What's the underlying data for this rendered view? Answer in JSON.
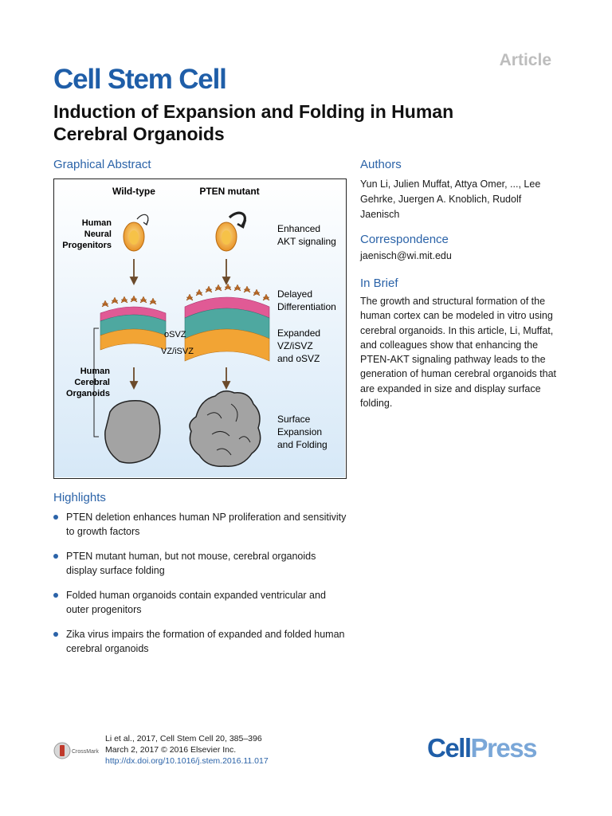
{
  "header": {
    "article_label": "Article",
    "journal": "Cell Stem Cell",
    "title": "Induction of Expansion and Folding in Human Cerebral Organoids"
  },
  "graphical_abstract": {
    "heading": "Graphical Abstract",
    "col_wildtype": "Wild-type",
    "col_mutant": "PTEN mutant",
    "left_labels": {
      "progenitors": [
        "Human",
        "Neural",
        "Progenitors"
      ],
      "organoids": [
        "Human",
        "Cerebral",
        "Organoids"
      ]
    },
    "layer_labels": {
      "osvz": "oSVZ",
      "vz": "VZ/iSVZ"
    },
    "right_labels": {
      "akt": [
        "Enhanced",
        "AKT signaling"
      ],
      "diff": [
        "Delayed",
        "Differentiation"
      ],
      "expanded": [
        "Expanded",
        "VZ/iSVZ",
        "and oSVZ"
      ],
      "surface": [
        "Surface",
        "Expansion",
        "and Folding"
      ]
    }
  },
  "authors": {
    "heading": "Authors",
    "text": "Yun Li, Julien Muffat, Attya Omer, ..., Lee Gehrke, Juergen A. Knoblich, Rudolf Jaenisch"
  },
  "correspondence": {
    "heading": "Correspondence",
    "email": "jaenisch@wi.mit.edu"
  },
  "in_brief": {
    "heading": "In Brief",
    "text": "The growth and structural formation of the human cortex can be modeled in vitro using cerebral organoids. In this article, Li, Muffat, and colleagues show that enhancing the PTEN-AKT signaling pathway leads to the generation of human cerebral organoids that are expanded in size and display surface folding."
  },
  "highlights": {
    "heading": "Highlights",
    "items": [
      "PTEN deletion enhances human NP proliferation and sensitivity to growth factors",
      "PTEN mutant human, but not mouse, cerebral organoids display surface folding",
      "Folded human organoids contain expanded ventricular and outer progenitors",
      "Zika virus impairs the formation of expanded and folded human cerebral organoids"
    ]
  },
  "citation": {
    "line1": "Li et al., 2017, Cell Stem Cell 20, 385–396",
    "line2": "March 2, 2017 © 2016 Elsevier Inc.",
    "doi": "http://dx.doi.org/10.1016/j.stem.2016.11.017"
  },
  "footer": {
    "publisher_part1": "Cell",
    "publisher_part2": "Press",
    "crossmark_text": "CrossMark"
  },
  "colors": {
    "accent": "#2b63a8",
    "journal": "#1f5ea8",
    "progenitor": "#f0a030",
    "osvz_layer": "#e05a95",
    "vz_layer": "#4ea8a0",
    "isvz_layer": "#f2a434"
  }
}
